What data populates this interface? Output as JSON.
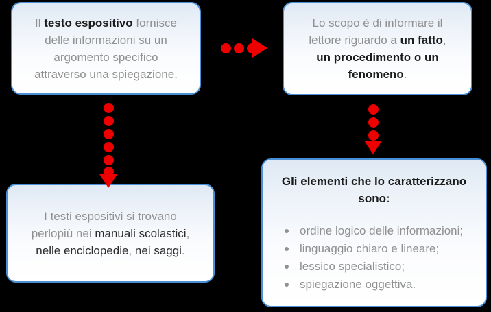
{
  "diagram": {
    "title": "Il testo espositivo",
    "background_color": "#000000",
    "box_border_color": "#4a90d9",
    "arrow_color": "#ee0000",
    "body_text_color": "#909090",
    "emphasis_text_color": "#1b1b1b"
  },
  "boxes": {
    "definition": {
      "id": "box-1",
      "lead": "Il ",
      "emphasis": "testo espositivo",
      "rest": " fornisce\ndelle informazioni su un\nargomento specifico\nattraverso una spiegazione."
    },
    "purpose": {
      "id": "box-2",
      "lead": "Lo scopo è di informare il\nlettore riguardo a ",
      "emphasis": "un fatto",
      "mid": ",\n",
      "emphasis2": "un procedimento o un\nfenomeno",
      "rest": "."
    },
    "where_found": {
      "id": "box-3",
      "lead": "I testi espositivi si trovano\nperlopiù nei ",
      "emphasis": "manuali scolastici",
      "mid": ",\n",
      "emphasis2": "nelle enciclopedie",
      "mid2": ", ",
      "emphasis3": "nei saggi",
      "rest": "."
    },
    "features": {
      "id": "box-4",
      "heading": "Gli elementi che lo\ncaratterizzano sono",
      "heading_tail": ":",
      "items": [
        "ordine logico delle informazioni;",
        "linguaggio chiaro e lineare;",
        "lessico specialistico;",
        "spiegazione oggettiva."
      ]
    }
  },
  "arrows": {
    "definition_to_purpose": {
      "name": "arrow-right-dotted",
      "direction": "right",
      "dot_count": 3
    },
    "definition_to_where_found": {
      "name": "arrow-down-dotted-long",
      "direction": "down",
      "dot_count": 6
    },
    "purpose_to_features": {
      "name": "arrow-down-dotted-short",
      "direction": "down",
      "dot_count": 3
    }
  }
}
